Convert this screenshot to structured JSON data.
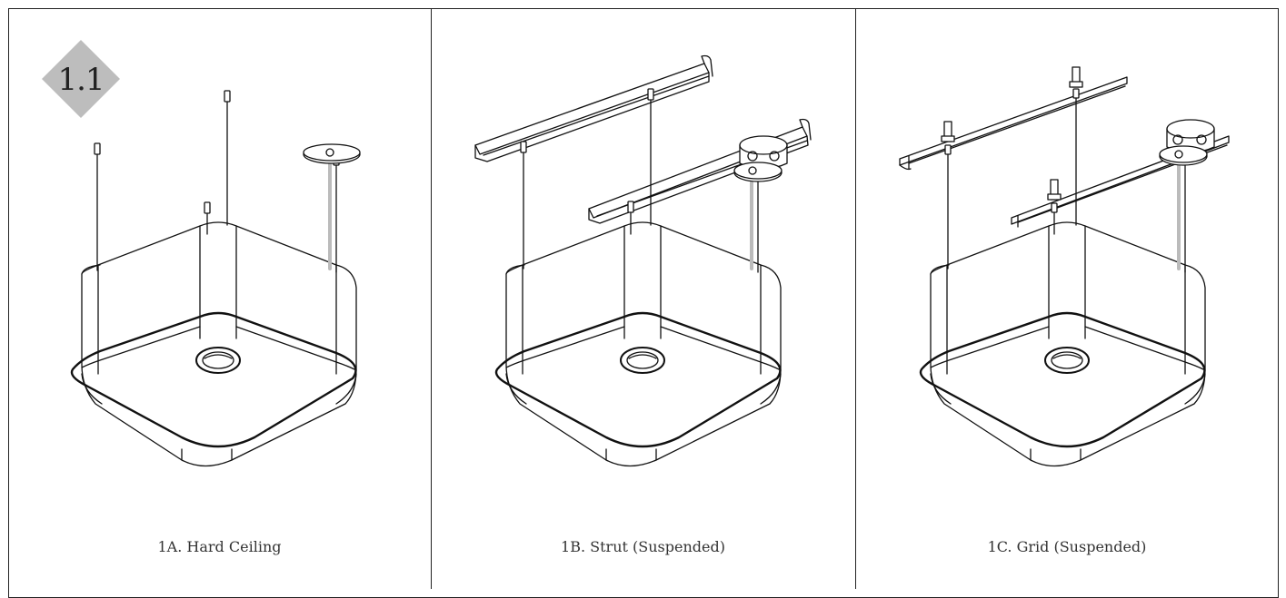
{
  "badge": {
    "label": "1.1",
    "color": "#bdbdbd"
  },
  "panels": [
    {
      "id": "hard-ceiling",
      "caption": "1A. Hard Ceiling"
    },
    {
      "id": "strut",
      "caption": "1B. Strut (Suspended)"
    },
    {
      "id": "grid",
      "caption": "1C. Grid (Suspended)"
    }
  ]
}
